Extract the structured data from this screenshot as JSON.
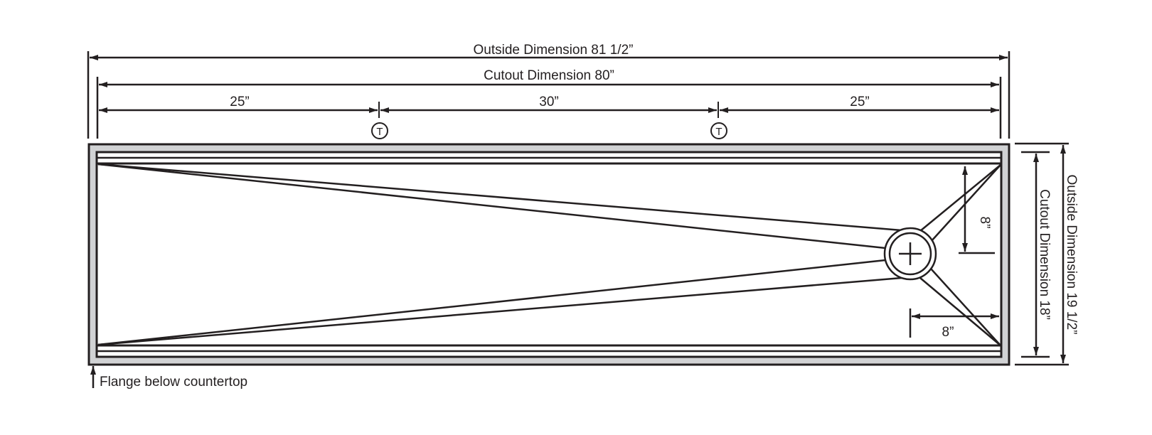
{
  "dimensions": {
    "outside_width": "Outside Dimension 81 1/2”",
    "cutout_width": "Cutout Dimension 80”",
    "segment_left": "25”",
    "segment_middle": "30”",
    "segment_right": "25”",
    "outside_height": "Outside Dimension 19 1/2”",
    "cutout_height": "Cutout Dimension 18”",
    "drain_vertical_offset": "8”",
    "drain_horizontal_offset": "8”"
  },
  "markers": {
    "tap_symbol": "T"
  },
  "notes": {
    "flange": "Flange below countertop"
  },
  "colors": {
    "flange_fill": "#d1d2d4",
    "line": "#231f20"
  }
}
